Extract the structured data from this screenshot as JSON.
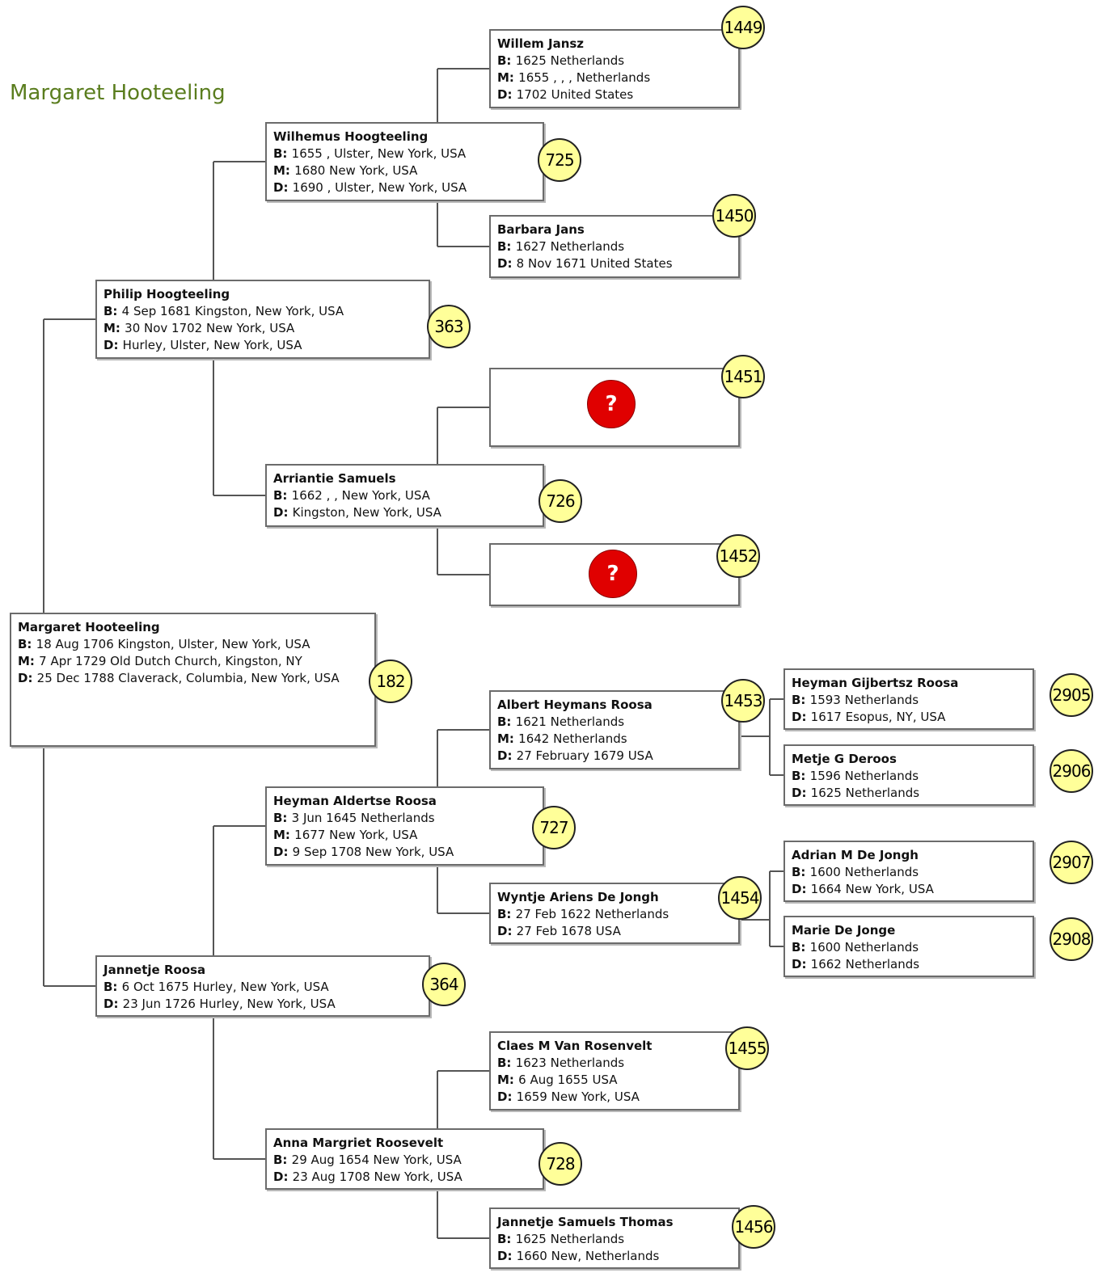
{
  "page_title": "Margaret Hooteeling",
  "unknown_glyph": "?",
  "persons": [
    {
      "num": "182",
      "name": "Margaret Hooteeling",
      "b": "18 Aug 1706 Kingston, Ulster, New York, USA",
      "m": "7 Apr 1729 Old Dutch Church, Kingston, NY",
      "d": "25 Dec 1788 Claverack, Columbia, New York, USA"
    },
    {
      "num": "363",
      "name": "Philip Hoogteeling",
      "b": "4 Sep 1681 Kingston, New York, USA",
      "m": "30 Nov 1702 New York, USA",
      "d": "Hurley, Ulster, New York, USA"
    },
    {
      "num": "364",
      "name": "Jannetje Roosa",
      "b": "6 Oct 1675 Hurley, New York, USA",
      "d": "23 Jun 1726 Hurley, New York, USA"
    },
    {
      "num": "725",
      "name": "Wilhemus Hoogteeling",
      "b": "1655 , Ulster, New York, USA",
      "m": "1680 New York, USA",
      "d": "1690 , Ulster, New York, USA"
    },
    {
      "num": "726",
      "name": "Arriantie Samuels",
      "b": "1662 , , New York, USA",
      "d": "Kingston, New York, USA"
    },
    {
      "num": "727",
      "name": "Heyman Aldertse Roosa",
      "b": "3 Jun 1645 Netherlands",
      "m": "1677 New York, USA",
      "d": "9 Sep 1708 New York, USA"
    },
    {
      "num": "728",
      "name": "Anna Margriet Roosevelt",
      "b": "29 Aug 1654 New York, USA",
      "d": "23 Aug 1708 New York, USA"
    },
    {
      "num": "1449",
      "name": "Willem Jansz",
      "b": "1625 Netherlands",
      "m": "1655 , , , Netherlands",
      "d": "1702 United States"
    },
    {
      "num": "1450",
      "name": "Barbara Jans",
      "b": "1627 Netherlands",
      "d": "8 Nov 1671 United States"
    },
    {
      "num": "1451",
      "unknown": true
    },
    {
      "num": "1452",
      "unknown": true
    },
    {
      "num": "1453",
      "name": "Albert Heymans Roosa",
      "b": "1621 Netherlands",
      "m": "1642 Netherlands",
      "d": "27 February 1679 USA"
    },
    {
      "num": "1454",
      "name": "Wyntje Ariens De Jongh",
      "b": "27 Feb 1622 Netherlands",
      "d": "27 Feb 1678 USA"
    },
    {
      "num": "1455",
      "name": "Claes M Van Rosenvelt",
      "b": "1623 Netherlands",
      "m": "6 Aug 1655 USA",
      "d": "1659 New York, USA"
    },
    {
      "num": "1456",
      "name": "Jannetje Samuels Thomas",
      "b": "1625 Netherlands",
      "d": "1660 New, Netherlands"
    },
    {
      "num": "2905",
      "name": "Heyman Gijbertsz Roosa",
      "b": "1593 Netherlands",
      "d": "1617 Esopus, NY, USA"
    },
    {
      "num": "2906",
      "name": "Metje G Deroos",
      "b": "1596 Netherlands",
      "d": "1625 Netherlands"
    },
    {
      "num": "2907",
      "name": "Adrian M De Jongh",
      "b": "1600 Netherlands",
      "d": "1664 New York, USA"
    },
    {
      "num": "2908",
      "name": "Marie De Jonge",
      "b": "1600 Netherlands",
      "d": "1662 Netherlands"
    }
  ],
  "relations": [
    {
      "child": "182",
      "parents": [
        "363",
        "364"
      ]
    },
    {
      "child": "363",
      "parents": [
        "725",
        "726"
      ]
    },
    {
      "child": "364",
      "parents": [
        "727",
        "728"
      ]
    },
    {
      "child": "725",
      "parents": [
        "1449",
        "1450"
      ]
    },
    {
      "child": "726",
      "parents": [
        "1451",
        "1452"
      ]
    },
    {
      "child": "727",
      "parents": [
        "1453",
        "1454"
      ]
    },
    {
      "child": "728",
      "parents": [
        "1455",
        "1456"
      ]
    },
    {
      "child": "1453",
      "parents": [
        "2905",
        "2906"
      ]
    },
    {
      "child": "1454",
      "parents": [
        "2907",
        "2908"
      ]
    }
  ]
}
